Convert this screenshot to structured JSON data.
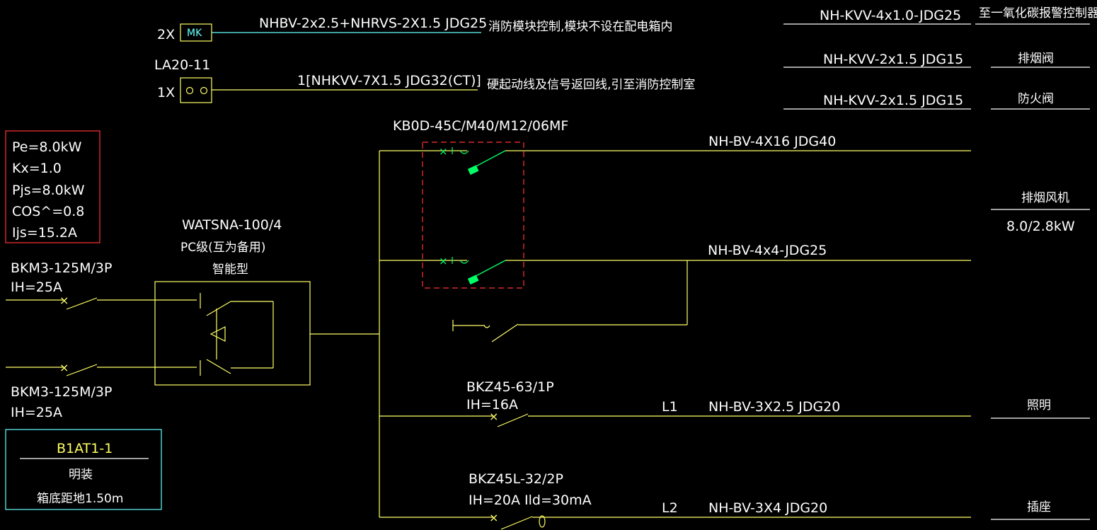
{
  "colors": {
    "background": "#000000",
    "wire": "#ffff66",
    "switch": "#00ff66",
    "cyan": "#66ffff",
    "red": "#ff3333",
    "white": "#ffffff"
  },
  "top_controls": {
    "module_qty": "2X",
    "module_symbol": "MK",
    "module_cable": "NHBV-2x2.5+NHRVS-2X1.5 JDG25",
    "module_note": "消防模块控制,模块不设在配电箱内",
    "button_model": "LA20-11",
    "button_qty": "1X",
    "button_cable": "1[NHKVV-7X1.5 JDG32(CT)]",
    "button_note": "硬起动线及信号返回线,引至消防控制室"
  },
  "right_circuits": [
    {
      "cable": "NH-KVV-4x1.0-JDG25",
      "load": "至一氧化碳报警控制器"
    },
    {
      "cable": "NH-KVV-2x1.5 JDG15",
      "load": "排烟阀"
    },
    {
      "cable": "NH-KVV-2x1.5 JDG15",
      "load": "防火阀"
    }
  ],
  "load_calc": {
    "pe": "Pe=8.0kW",
    "kx": "Kx=1.0",
    "pjs": "Pjs=8.0kW",
    "cos": "COS^=0.8",
    "ijs": "Ijs=15.2A"
  },
  "incoming": {
    "breaker1_model": "BKM3-125M/3P",
    "breaker1_rating": "IH=25A",
    "breaker2_model": "BKM3-125M/3P",
    "breaker2_rating": "IH=25A"
  },
  "ats": {
    "model": "WATSNA-100/4",
    "grade": "PC级(互为备用)",
    "type": "智能型"
  },
  "starter": {
    "model": "KB0D-45C/M40/M12/06MF"
  },
  "outgoing": {
    "fan_cable_high": "NH-BV-4X16 JDG40",
    "fan_cable_low": "NH-BV-4x4-JDG25",
    "fan_name": "排烟风机",
    "fan_power": "8.0/2.8kW",
    "light_breaker_model": "BKZ45-63/1P",
    "light_breaker_rating": "IH=16A",
    "light_phase": "L1",
    "light_cable": "NH-BV-3X2.5 JDG20",
    "light_load": "照明",
    "socket_breaker_model": "BKZ45L-32/2P",
    "socket_breaker_rating": "IH=20A Ild=30mA",
    "socket_phase": "L2",
    "socket_cable": "NH-BV-3X4 JDG20",
    "socket_load": "插座"
  },
  "box": {
    "id": "B1AT1-1",
    "mount": "明装",
    "height": "箱底距地1.50m"
  }
}
